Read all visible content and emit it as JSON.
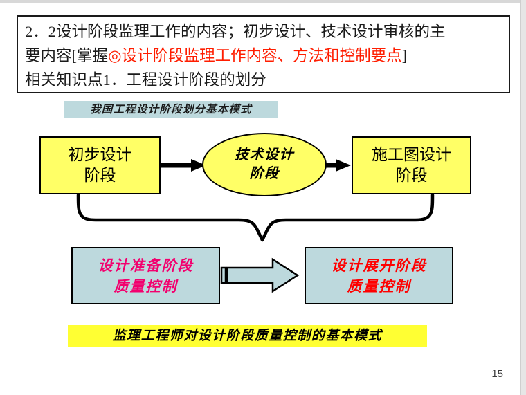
{
  "slide": {
    "page_number": "15"
  },
  "title": {
    "line1_black": "2．2设计阶段监理工作的内容；初步设计、技术设计审核的主",
    "line2_black_pre": "要内容[掌握",
    "line2_red": "◎设计阶段监理工作内容、方法和控制要点",
    "line2_black_post": "]",
    "line3_black": "相关知识点1．工程设计阶段的划分"
  },
  "diagram": {
    "header_banner": "我国工程设计阶段划分基本模式",
    "stages": [
      {
        "name": "preliminary-design-stage",
        "line1": "初步设计",
        "line2": "阶段",
        "fill": "#ffff66"
      },
      {
        "name": "technical-design-stage",
        "line1": "技术设计",
        "line2": "阶段",
        "fill": "#ffff66"
      },
      {
        "name": "construction-drawing-design-stage",
        "line1": "施工图设计",
        "line2": "阶段",
        "fill": "#ffff66"
      }
    ],
    "quality_control": [
      {
        "name": "design-preparation-quality-control",
        "line1": "设计准备阶段",
        "line2": "质量控制",
        "text_color": "#f3006e",
        "fill": "#bdd9dd"
      },
      {
        "name": "design-development-quality-control",
        "line1": "设计展开阶段",
        "line2": "质量控制",
        "text_color": "#ff0000",
        "fill": "#bdd9dd"
      }
    ],
    "bottom_banner": "监理工程师对设计阶段质量控制的基本模式",
    "colors": {
      "stage_fill": "#ffff66",
      "qc_fill": "#bdd9dd",
      "banner_fill": "#ffff33",
      "outline": "#000000",
      "title_red": "#ff1d00"
    }
  }
}
